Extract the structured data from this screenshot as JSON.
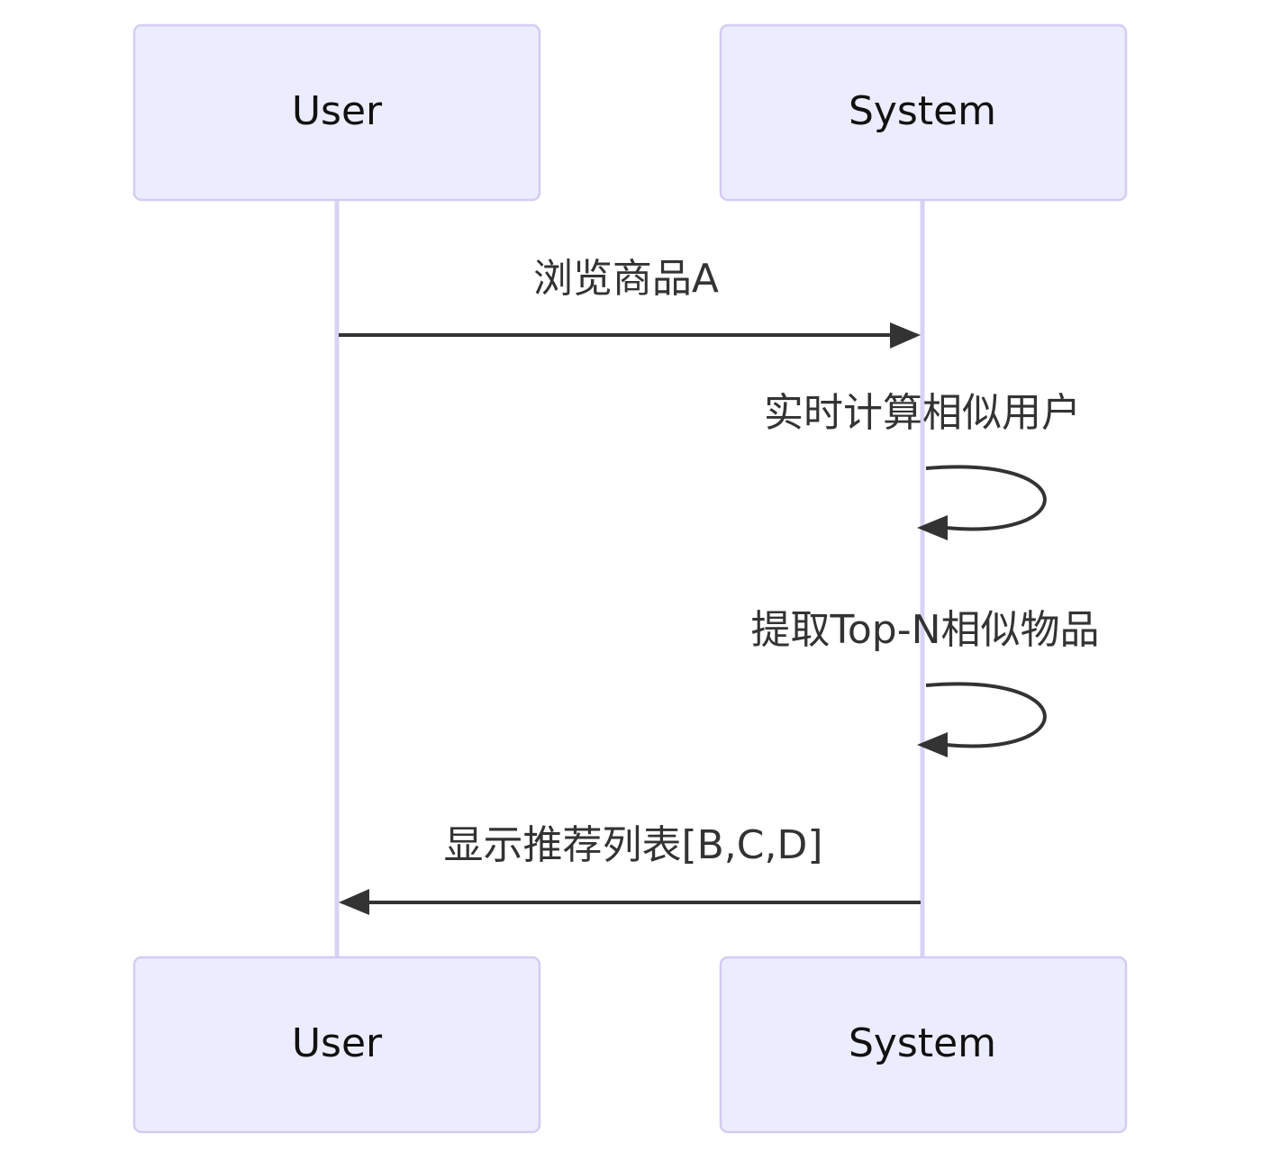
{
  "diagram": {
    "type": "sequence",
    "participants": [
      {
        "id": "user",
        "label": "User"
      },
      {
        "id": "system",
        "label": "System"
      }
    ],
    "messages": [
      {
        "from": "user",
        "to": "system",
        "label": "浏览商品A"
      },
      {
        "from": "system",
        "to": "system",
        "label": "实时计算相似用户"
      },
      {
        "from": "system",
        "to": "system",
        "label": "提取Top-N相似物品"
      },
      {
        "from": "system",
        "to": "user",
        "label": "显示推荐列表[B,C,D]"
      }
    ]
  },
  "colors": {
    "actor_fill": "#ECECFF",
    "actor_border": "#D4CCF2",
    "lifeline": "#D9D2F4",
    "message": "#333333",
    "text": "#111111"
  }
}
